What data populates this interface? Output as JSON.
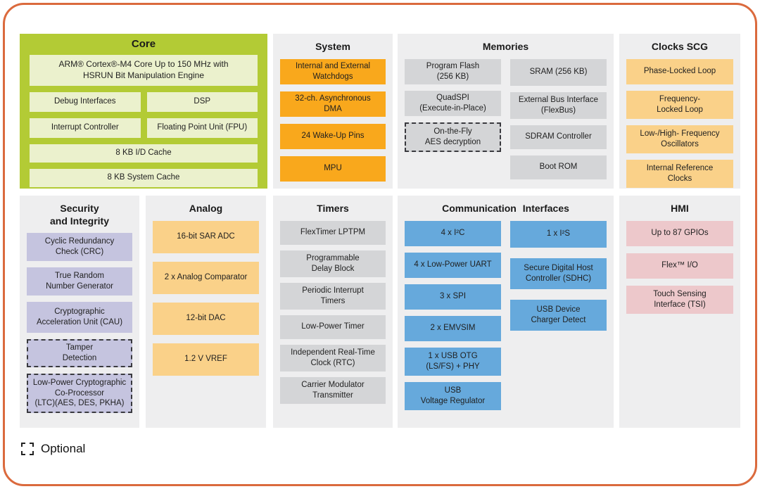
{
  "legend": {
    "label": "Optional"
  },
  "palette": {
    "page_border": "#DB6A3D",
    "core_bg": "#B3CB35",
    "core_block": "#EBF1CD",
    "section_bg": "#EEEEEF",
    "orange": "#F9A81C",
    "light_orange": "#FAD189",
    "gray_block": "#D4D5D7",
    "lavender": "#C5C4DF",
    "blue": "#66A9DC",
    "pink": "#EDC8CB"
  },
  "sections": {
    "core": {
      "title": "Core",
      "blocks": {
        "arm": "ARM® Cortex®-M4 Core Up to 150 MHz with\nHSRUN Bit Manipulation Engine",
        "debug": "Debug Interfaces",
        "dsp": "DSP",
        "interrupt": "Interrupt Controller",
        "fpu": "Floating Point Unit (FPU)",
        "id_cache": "8 KB I/D Cache",
        "system_cache": "8 KB System Cache"
      }
    },
    "system": {
      "title": "System",
      "blocks": {
        "watchdogs": "Internal and External\nWatchdogs",
        "dma": "32-ch. Asynchronous\nDMA",
        "wakeup": "24 Wake-Up Pins",
        "mpu": "MPU"
      }
    },
    "memories": {
      "title": "Memories",
      "blocks": {
        "program_flash": "Program Flash\n(256 KB)",
        "quadspi": "QuadSPI\n(Execute-in-Place)",
        "aes": "On-the-Fly\nAES decryption",
        "sram": "SRAM (256 KB)",
        "flexbus": "External Bus Interface\n(FlexBus)",
        "sdram": "SDRAM Controller",
        "boot_rom": "Boot ROM"
      }
    },
    "clocks": {
      "title": "Clocks SCG",
      "blocks": {
        "pll": "Phase-Locked Loop",
        "fll": "Frequency-\nLocked Loop",
        "osc": "Low-/High- Frequency\nOscillators",
        "irc": "Internal Reference\nClocks"
      }
    },
    "security": {
      "title": "Security\nand Integrity",
      "blocks": {
        "crc": "Cyclic Redundancy\nCheck (CRC)",
        "trng": "True Random\nNumber Generator",
        "cau": "Cryptographic\nAcceleration Unit (CAU)",
        "tamper": "Tamper\nDetection",
        "ltc": "Low-Power Cryptographic\nCo-Processor\n(LTC)(AES, DES, PKHA)"
      }
    },
    "analog": {
      "title": "Analog",
      "blocks": {
        "adc": "16-bit SAR ADC",
        "comparator": "2 x Analog Comparator",
        "dac": "12-bit DAC",
        "vref": "1.2 V VREF"
      }
    },
    "timers": {
      "title": "Timers",
      "blocks": {
        "flextimer": "FlexTimer LPTPM",
        "pdb": "Programmable\nDelay Block",
        "pit": "Periodic Interrupt\nTimers",
        "lptimer": "Low-Power Timer",
        "rtc": "Independent Real-Time\nClock (RTC)",
        "cmt": "Carrier Modulator\nTransmitter"
      }
    },
    "comm": {
      "title": "Communication Interfaces",
      "blocks": {
        "i2c": "4 x I²C",
        "uart": "4 x Low-Power UART",
        "spi": "3 x SPI",
        "emvsim": "2 x EMVSIM",
        "usb_otg": "1 x USB OTG\n(LS/FS) + PHY",
        "usb_reg": "USB\nVoltage Regulator",
        "i2s": "1 x I²S",
        "sdhc": "Secure Digital Host\nController (SDHC)",
        "usb_detect": "USB Device\nCharger Detect"
      }
    },
    "hmi": {
      "title": "HMI",
      "blocks": {
        "gpio": "Up to 87 GPIOs",
        "flexio": "Flex™ I/O",
        "tsi": "Touch Sensing\nInterface (TSI)"
      }
    }
  }
}
